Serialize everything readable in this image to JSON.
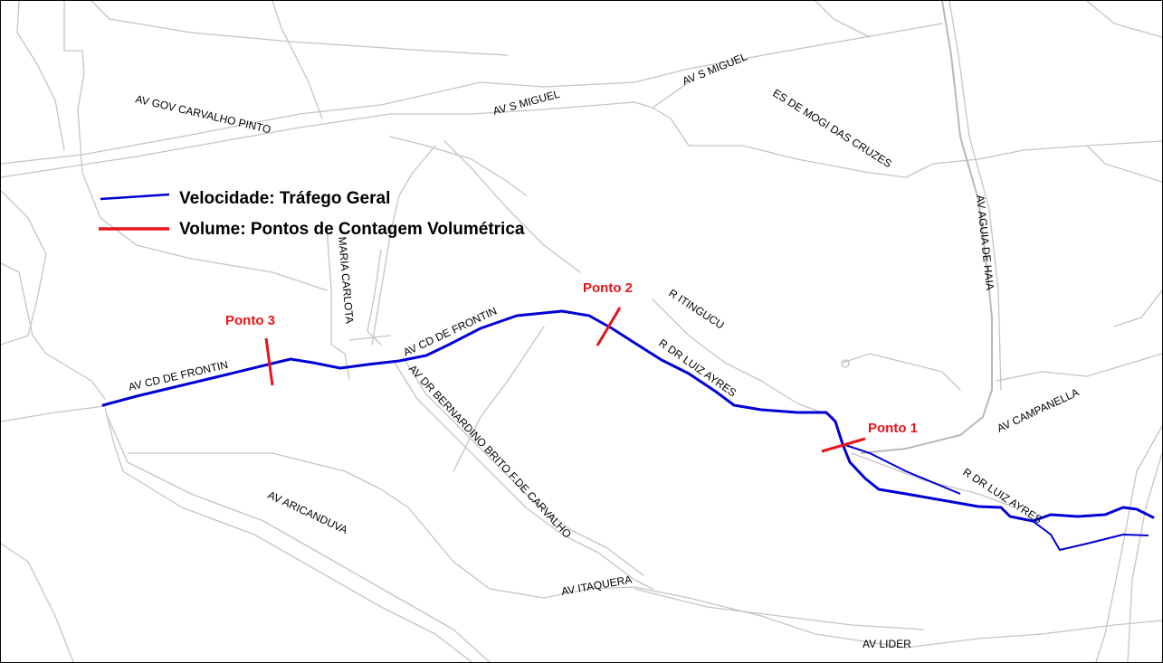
{
  "legend": {
    "speed_label": "Velocidade: Tráfego Geral",
    "volume_label": "Volume: Pontos de Contagem Volumétrica",
    "speed_color": "#0000d6",
    "volume_color": "#e8141b"
  },
  "points": [
    {
      "label": "Ponto 1"
    },
    {
      "label": "Ponto 2"
    },
    {
      "label": "Ponto 3"
    }
  ],
  "streets": {
    "gov_carvalho_pinto": "AV GOV CARVALHO PINTO",
    "s_miguel_1": "AV S MIGUEL",
    "s_miguel_2": "AV S MIGUEL",
    "es_mogi": "ES DE MOGI DAS CRUZES",
    "aguia_de_haia": "AV AGUIA DE HAIA",
    "maria_carlota": "MARIA CARLOTA",
    "itingucu": "R ITINGUCU",
    "cd_frontin_1": "AV CD DE FRONTIN",
    "cd_frontin_2": "AV CD DE FRONTIN",
    "dr_luiz_ayres_1": "R DR LUIZ AYRES",
    "dr_luiz_ayres_2": "R DR LUIZ AYRES",
    "campanella": "AV CAMPANELLA",
    "bernardino": "AV DR BERNARDINO BRITO F.DE CARVALHO",
    "aricanduva": "AV ARICANDUVA",
    "itaquera": "AV ITAQUERA",
    "lider": "AV LIDER"
  }
}
